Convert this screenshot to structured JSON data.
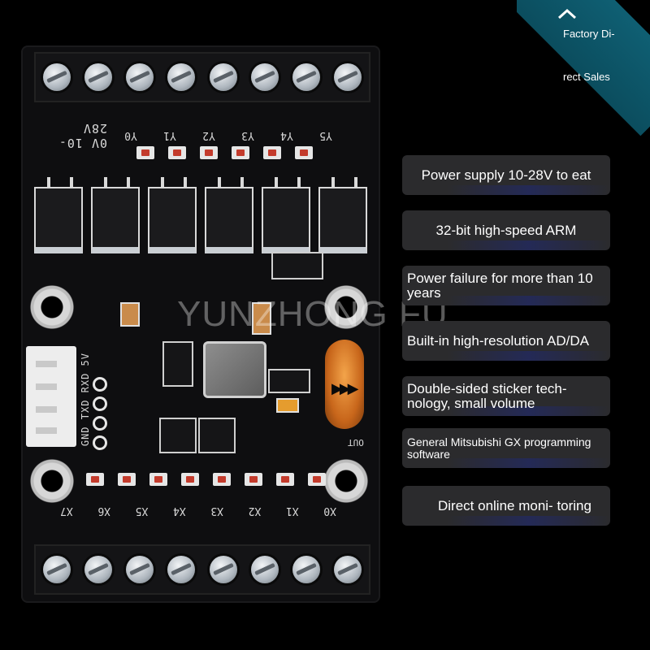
{
  "badge": {
    "line1": "Factory Di-",
    "line2": "rect Sales",
    "color": "#0f5f73",
    "icon": "chevron-up-icon"
  },
  "watermark": "YUNZHONG FU",
  "features": [
    "Power supply 10-28V to eat",
    "32-bit high-speed ARM",
    "Power failure for more than 10 years",
    "Built-in high-resolution AD/DA",
    "Double-sided sticker tech- nology, small volume",
    "General Mitsubishi GX programming software",
    "Direct online moni- toring"
  ],
  "board": {
    "voltage_label": "0V 10-28V",
    "output_labels": [
      "Y5",
      "Y4",
      "Y3",
      "Y2",
      "Y1",
      "Y0"
    ],
    "input_labels": [
      "X7",
      "X6",
      "X5",
      "X4",
      "X3",
      "X2",
      "X1",
      "X0"
    ],
    "connector_label": "GND TXD RXD 5V",
    "out_label": "OUT"
  }
}
